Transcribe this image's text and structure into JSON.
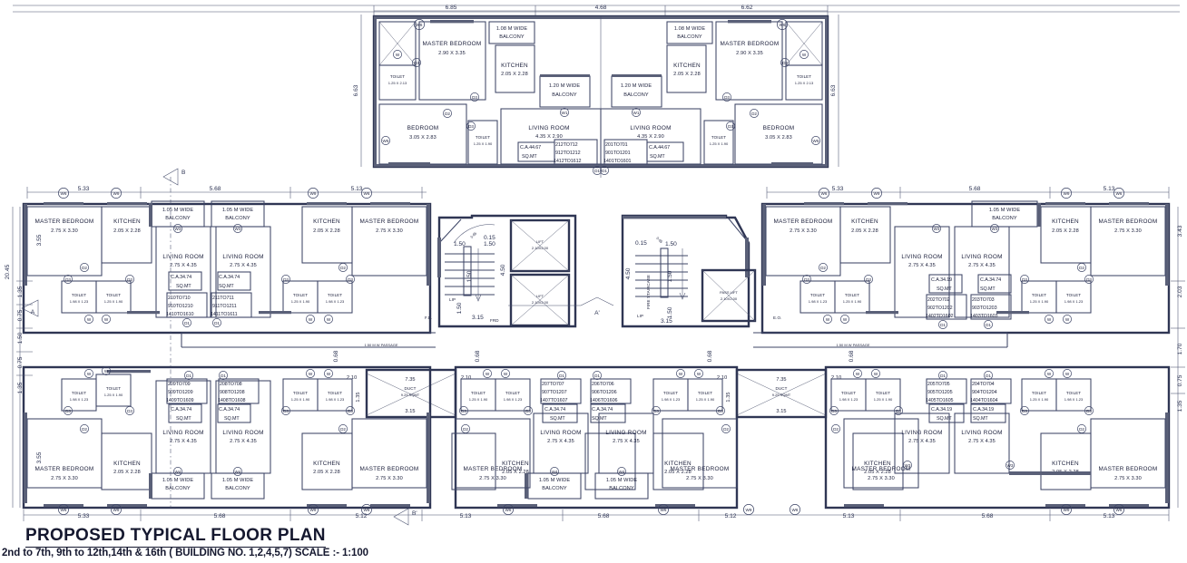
{
  "title": {
    "main": "PROPOSED TYPICAL FLOOR PLAN",
    "sub_prefix": "2nd to 7th, 9th to 12th,14th & 16th  ( BUILDING NO. 1,2,4,5,7)",
    "scale": "SCALE :- 1:100"
  },
  "colors": {
    "line": "#2b3252",
    "wall": "#3d4566",
    "wall_fill": "#5a6078",
    "text": "#1b1f3b",
    "dim": "#2b3252"
  },
  "labels": {
    "master_bedroom": "MASTER BEDROOM",
    "bedroom": "BEDROOM",
    "kitchen": "KITCHEN",
    "living_room": "LIVING ROOM",
    "toilet": "TOILET",
    "balcony_105": "1.05 M WIDE BALCONY",
    "balcony_108": "1.08 M WIDE BALCONY",
    "balcony_120": "1.20 M WIDE BALCONY",
    "duct": "DUCT",
    "duct_area": "9.25 SQMT",
    "passage": "1.50 M W PASSAGE",
    "fire_staircase": "FIRE STAIRCASE",
    "pass_lift": "PASS LIFT",
    "lift": "LIFT",
    "lift_size": "2.10X2.00",
    "lip": "LIP",
    "fd": "F.D.",
    "frd": "FRD",
    "eo": "E.O.",
    "sqmt": "SQ.MT"
  },
  "room_sizes": {
    "mb_top": "2.90 X 3.35",
    "mb_wing": "2.75 X 3.30",
    "bedroom": "3.05 X 2.83",
    "kitchen": "2.05 X 2.28",
    "living_top": "4.35 X 2.90",
    "living_wing": "2.75 X 4.35",
    "toilet_a": "1.25 X 2.13",
    "toilet_b": "1.25 X 1.90",
    "toilet_c": "1.98 X 1.23"
  },
  "units": [
    {
      "id": "u212",
      "lines": [
        "212TO712",
        "912TO1212",
        "1412TO1612"
      ],
      "ca": "C.A.44.67"
    },
    {
      "id": "u201",
      "lines": [
        "201TO701",
        "901TO1201",
        "1401TO1601"
      ],
      "ca": "C.A.44.67"
    },
    {
      "id": "u210",
      "lines": [
        "210TO710",
        "910TO1210",
        "1410TO1610"
      ],
      "ca": "C.A.34.74"
    },
    {
      "id": "u211",
      "lines": [
        "211TO711",
        "911TO1211",
        "1411TO1611"
      ],
      "ca": "C.A.34.74"
    },
    {
      "id": "u202",
      "lines": [
        "202TO702",
        "902TO1202",
        "1402TO1602"
      ],
      "ca": "C.A.34.19"
    },
    {
      "id": "u203",
      "lines": [
        "203TO703",
        "903TO1203",
        "1403TO1603"
      ],
      "ca": "C.A.34.74"
    },
    {
      "id": "u209",
      "lines": [
        "209TO709",
        "909TO1209",
        "1409TO1609"
      ],
      "ca": "C.A.34.74"
    },
    {
      "id": "u208",
      "lines": [
        "208TO708",
        "908TO1208",
        "1408TO1608"
      ],
      "ca": "C.A.34.74"
    },
    {
      "id": "u207",
      "lines": [
        "207TO707",
        "907TO1207",
        "1407TO1607"
      ],
      "ca": "C.A.34.74"
    },
    {
      "id": "u206",
      "lines": [
        "206TO706",
        "906TO1206",
        "1406TO1606"
      ],
      "ca": "C.A.34.74"
    },
    {
      "id": "u205",
      "lines": [
        "205TO705",
        "905TO1205",
        "1405TO1605"
      ],
      "ca": "C.A.34.19"
    },
    {
      "id": "u204",
      "lines": [
        "204TO704",
        "904TO1204",
        "1404TO1604"
      ],
      "ca": "C.A.34.19"
    }
  ],
  "dimensions": {
    "top": [
      "6.85",
      "4.68",
      "6.62"
    ],
    "top_vertical": [
      "6.63",
      "6.63"
    ],
    "wing_top": [
      "5.33",
      "5.68",
      "5.13",
      "5.33",
      "5.68",
      "5.13"
    ],
    "bottom": [
      "5.33",
      "5.68",
      "5.12",
      "5.13",
      "5.68",
      "5.13"
    ],
    "left_vertical": [
      "3.55",
      "1.35",
      "0.75",
      "1.50",
      "0.75",
      "1.35",
      "3.55"
    ],
    "left_overall": "20.45",
    "right_vertical": [
      "3.43",
      "2.03",
      "1.70",
      "0.75",
      "1.35"
    ],
    "stair": [
      "0.15",
      "1.50",
      "1.50",
      "1.50",
      "1.50",
      "3.15",
      "4.50"
    ],
    "duct": [
      "7.35",
      "3.15",
      "2.10",
      "1.35",
      "2.10",
      "0.68",
      "0.68"
    ]
  },
  "markers": {
    "section_b": "B",
    "section_b_prime": "B'",
    "section_a": "A",
    "section_a_prime": "A'",
    "windows": [
      "W6",
      "W9",
      "W3",
      "W4",
      "W5",
      "W1"
    ],
    "doors": [
      "D1",
      "D2",
      "D3"
    ]
  }
}
